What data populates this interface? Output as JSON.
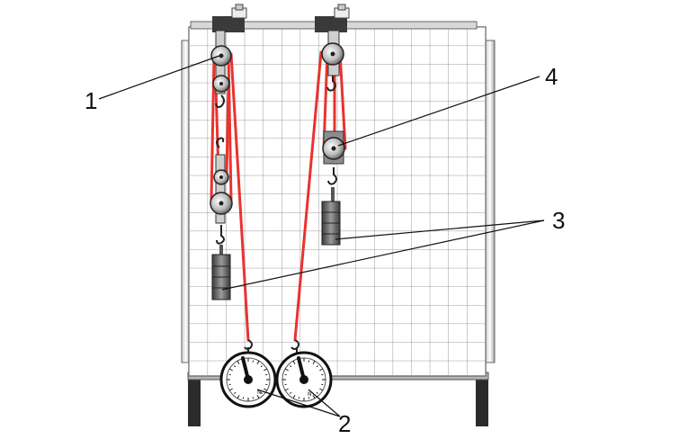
{
  "callouts": [
    {
      "id": "1",
      "text": "1"
    },
    {
      "id": "2",
      "text": "2"
    },
    {
      "id": "3",
      "text": "3"
    },
    {
      "id": "4",
      "text": "4"
    }
  ],
  "dials": [
    {
      "unit": "N"
    },
    {
      "unit": "N"
    }
  ],
  "colors": {
    "rope": "#e8332f",
    "board_grid": "#9a9a9a",
    "frame": "#8e8e8e",
    "metal_dark": "#3a3a3a"
  }
}
